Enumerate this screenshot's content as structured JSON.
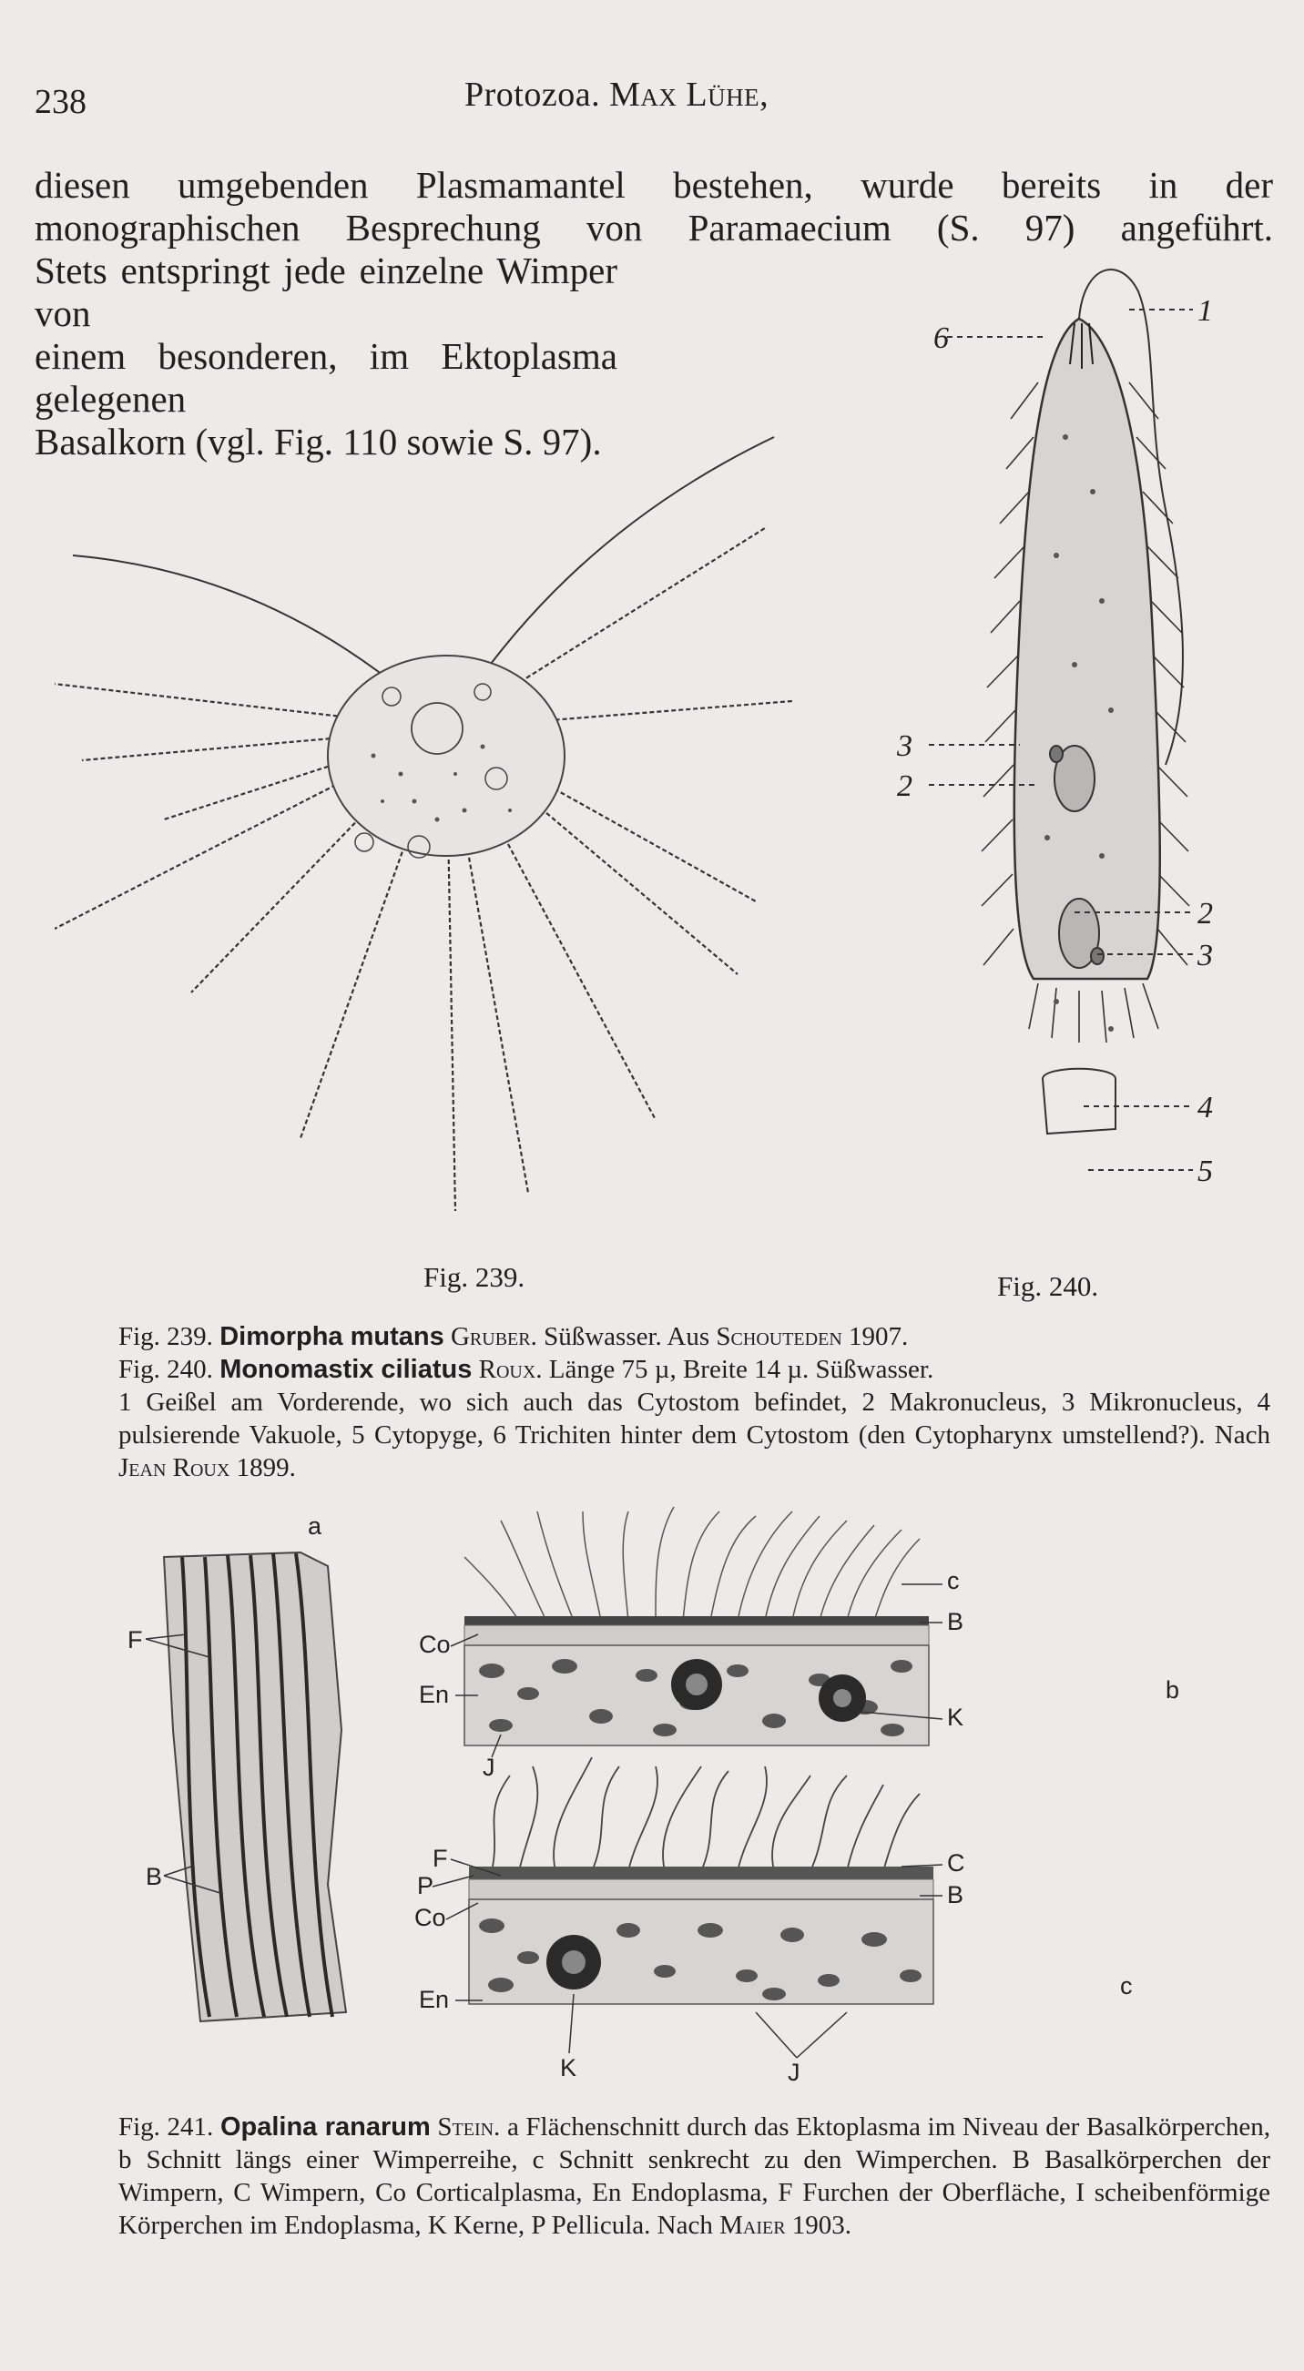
{
  "header": {
    "page_number": "238",
    "running_title": "Protozoa.",
    "author": "Max Lühe,"
  },
  "intro_lines": [
    "diesen umgebenden Plasmamantel bestehen, wurde bereits in der",
    "monographischen Besprechung von Paramaecium (S. 97) angeführt.",
    "Stets entspringt jede einzelne Wimper von",
    "einem besonderen, im Ektoplasma gelegenen",
    "Basalkorn (vgl. Fig. 110 sowie S. 97)."
  ],
  "fig239": {
    "label": "Fig. 239."
  },
  "fig240": {
    "label": "Fig. 240.",
    "callouts": [
      "1",
      "6",
      "3",
      "2",
      "2",
      "3",
      "4",
      "5"
    ]
  },
  "fig241": {
    "panel_a": "a",
    "panel_b": "b",
    "panel_c": "c",
    "labels_a": [
      "F",
      "B"
    ],
    "labels_b": [
      "c",
      "B",
      "Co",
      "En",
      "K",
      "J"
    ],
    "labels_c": [
      "F",
      "C",
      "P",
      "B",
      "Co",
      "En",
      "K",
      "J"
    ]
  },
  "caption239": {
    "prefix": "Fig. 239.",
    "name": "Dimorpha mutans",
    "authority": "Gruber.",
    "rest": "Süßwasser. Aus",
    "source": "Schouteden",
    "year": "1907."
  },
  "caption240": {
    "prefix": "Fig. 240.",
    "name": "Monomastix ciliatus",
    "authority": "Roux.",
    "rest": "Länge 75 µ, Breite 14 µ. Süßwasser.",
    "body": "1 Geißel am Vorderende, wo sich auch das Cytostom befindet, 2 Makronucleus, 3 Mikronucleus, 4 pulsierende Vakuole, 5 Cytopyge, 6 Trichiten hinter dem Cytostom (den Cytopharynx umstellend?). Nach",
    "source": "Jean Roux",
    "year": "1899."
  },
  "caption241": {
    "prefix": "Fig. 241.",
    "name": "Opalina ranarum",
    "authority": "Stein.",
    "body": "a Flächenschnitt durch das Ektoplasma im Niveau der Basalkörperchen, b Schnitt längs einer Wimperreihe, c Schnitt senkrecht zu den Wimperchen. B Basalkörperchen der Wimpern, C Wimpern, Co Corticalplasma, En Endoplasma, F Furchen der Oberfläche, I scheibenförmige Körperchen im Endoplasma, K Kerne, P Pellicula. Nach",
    "source": "Maier",
    "year": "1903."
  }
}
